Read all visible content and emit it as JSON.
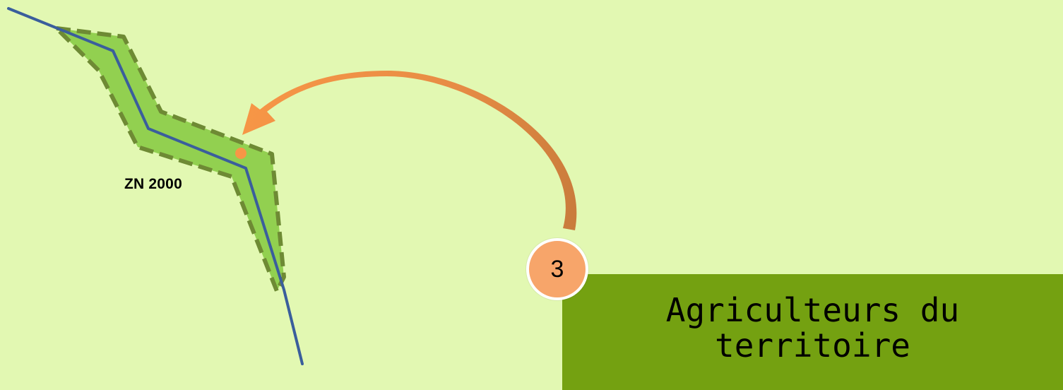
{
  "zone": {
    "label": "ZN 2000",
    "fill_color": "#92d050",
    "border_color": "#6e8a34"
  },
  "river": {
    "color": "#3a5e9c"
  },
  "arrow": {
    "gradient_start": "#f79646",
    "gradient_end": "#c87b3b"
  },
  "point": {
    "color": "#f79646"
  },
  "step": {
    "number": "3",
    "fill_color": "#f7a56a"
  },
  "farmers": {
    "label": "Agriculteurs du territoire",
    "fill_color": "#74a111"
  }
}
